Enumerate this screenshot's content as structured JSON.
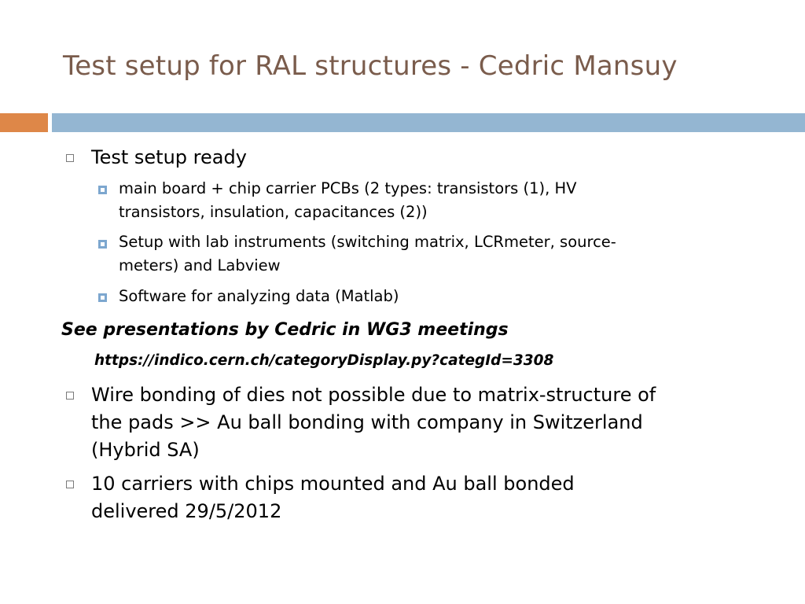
{
  "slide": {
    "title": "Test setup for RAL structures - Cedric Mansuy",
    "colors": {
      "title": "#7a5c4c",
      "accent_bar": "#de8748",
      "main_bar": "#94b6d2",
      "sub_bullet": "#7da7cf"
    },
    "bullets": [
      {
        "text": "Test setup ready",
        "sub": [
          {
            "lines": [
              "main board + chip carrier PCBs (2 types: transistors (1), HV",
              "transistors, insulation, capacitances (2))"
            ]
          },
          {
            "lines": [
              "Setup with lab instruments (switching matrix, LCRmeter, source-",
              "meters) and Labview"
            ]
          },
          {
            "lines": [
              "Software for analyzing data (Matlab)"
            ]
          }
        ]
      }
    ],
    "note": "See presentations by Cedric in WG3 meetings",
    "link": "https://indico.cern.ch/categoryDisplay.py?categId=3308",
    "bullets2": [
      {
        "lines": [
          "Wire bonding of dies not possible due to matrix-structure of",
          "the pads >> Au ball bonding with company in Switzerland",
          "(Hybrid SA)"
        ]
      },
      {
        "lines": [
          "10 carriers with chips mounted and Au ball bonded",
          "delivered 29/5/2012"
        ]
      }
    ]
  }
}
